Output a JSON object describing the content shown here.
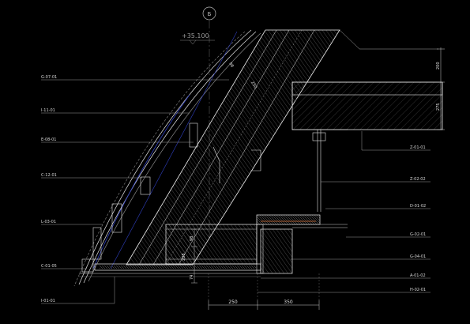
{
  "grid_axis": "Б",
  "elevation": "+35.100",
  "labels_left": [
    "G-07-01",
    "I-11-01",
    "E-08-01",
    "C-12-01",
    "L-03-01",
    "C-01-05",
    "I-01-01"
  ],
  "labels_right": [
    "Z-01-01",
    "Z-02-02",
    "D-01-02",
    "G-02-01",
    "G-04-01",
    "A-01-02",
    "H-02-01"
  ],
  "dims": {
    "slope_a": "98",
    "slope_b": "250",
    "right_top": "200",
    "right_mid": "275",
    "bottom_left": "250",
    "bottom_right": "350",
    "vert_a": "98",
    "vert_b": "208",
    "vert_c": "74"
  },
  "colors": {
    "background": "#000000",
    "linework": "#ffffff",
    "accent_blue": "#2f3fbf",
    "accent_orange": "#d9733a"
  }
}
